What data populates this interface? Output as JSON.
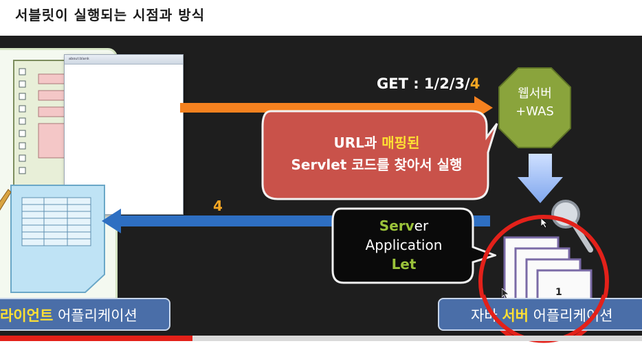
{
  "header": {
    "title": "서블릿이 실행되는 시점과 방식"
  },
  "request": {
    "label_prefix": "GET : 1/2/3/",
    "label_highlight": "4"
  },
  "response": {
    "label": "4"
  },
  "web_server": {
    "line1": "웹서버",
    "line2": "+WAS",
    "color": "#8aa43c"
  },
  "callout_mapping": {
    "part1": "URL과 ",
    "part2": "매핑된",
    "line2": "Servlet 코드를 찾아서 실행",
    "color": "#c9524a"
  },
  "callout_servlet": {
    "line1_hl": "Serv",
    "line1_rest": "er",
    "line2": "Application",
    "line3_hl": "Let"
  },
  "browser": {
    "address": "about:blank"
  },
  "stack": {
    "page_number": "1"
  },
  "client_app": {
    "hl": "라이언트",
    "rest": " 어플리케이션"
  },
  "server_app": {
    "pre": "자바 ",
    "hl": "서버",
    "rest": " 어플리케이션"
  },
  "video": {
    "progress": 0.3
  },
  "colors": {
    "request_arrow": "#f5811f",
    "response_arrow": "#2e6fc2",
    "highlight": "#ffe033",
    "label_box": "#4a6ea8"
  }
}
